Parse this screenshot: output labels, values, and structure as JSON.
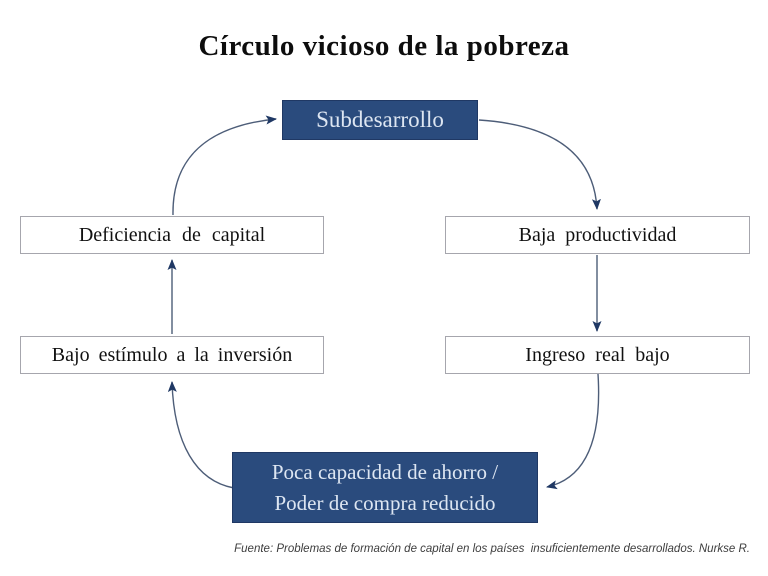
{
  "title": "Círculo vicioso de la pobreza",
  "diagram": {
    "type": "cycle-flowchart",
    "nodes": {
      "subdesarrollo": {
        "label": "Subdesarrollo",
        "style": "blue"
      },
      "deficiencia_capital": {
        "label": "Deficiencia de capital",
        "style": "white"
      },
      "baja_productividad": {
        "label": "Baja productividad",
        "style": "white"
      },
      "bajo_estimulo": {
        "label": "Bajo estímulo a la inversión",
        "style": "white"
      },
      "ingreso_real_bajo": {
        "label": "Ingreso real bajo",
        "style": "white"
      },
      "poca_capacidad": {
        "label": "Poca capacidad de ahorro /\nPoder de compra reducido",
        "style": "blue"
      }
    },
    "arrows": [
      {
        "from": "subdesarrollo",
        "to": "baja_productividad"
      },
      {
        "from": "baja_productividad",
        "to": "ingreso_real_bajo"
      },
      {
        "from": "ingreso_real_bajo",
        "to": "poca_capacidad"
      },
      {
        "from": "poca_capacidad",
        "to": "bajo_estimulo"
      },
      {
        "from": "bajo_estimulo",
        "to": "deficiencia_capital"
      },
      {
        "from": "deficiencia_capital",
        "to": "subdesarrollo"
      }
    ],
    "colors": {
      "blue_node_fill": "#2a4b7d",
      "blue_node_border": "#1f3864",
      "blue_node_text": "#dde6f2",
      "white_node_border": "#a6a6ad",
      "arrow_line": "#4d5d78",
      "arrowhead": "#1f3864",
      "title_text": "#0d0d0d"
    }
  },
  "footer": {
    "source": "Fuente: Problemas de formación de capital en los países  insuficientemente desarrollados. Nurkse R."
  }
}
